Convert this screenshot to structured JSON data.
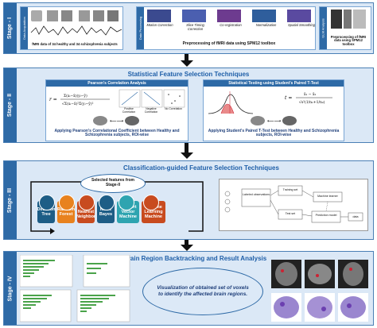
{
  "stage1": {
    "tab": "Stage - I",
    "acq_label": "Data Acquisition",
    "acq_caption": "fMRI data of 34 healthy and 34 schizophrenia subjects",
    "prep_label": "Data Processing",
    "steps": [
      "Motion Correction",
      "Slice Timing Correction",
      "Co-registration",
      "Normalization",
      "Spatial Smoothing"
    ],
    "prep_caption": "Preprocessing of fMRI data using SPM12 toolbox",
    "glm_label": "GLM Analysis",
    "glm_caption": "Preprocessing of fMRI data using SPM12 toolbox"
  },
  "stage2": {
    "tab": "Stage - II",
    "title": "Statistical Feature Selection Techniques",
    "left_title": "Pearson's Correlation Analysis",
    "left_caption": "Applying Pearson's Correlational Coefficient between Healthy and Schizophrenia subjects, ROI-wise",
    "right_title": "Statistical Testing using Student's Paired T-Test",
    "right_caption": "Applying Student's Paired T-Test between Healthy and Schizophrenia subjects, ROI-wise",
    "corr_labels": [
      "Positive Correlation",
      "Negative Correlation",
      "No Correlation"
    ]
  },
  "stage3": {
    "tab": "Stage - III",
    "title": "Classification-guided Feature Selection Techniques",
    "selected_label": "Selected features from Stage-II",
    "classifiers": [
      {
        "label": "Decision Tree",
        "color": "#1d5d86"
      },
      {
        "label": "Random Forest",
        "color": "#e8821e"
      },
      {
        "label": "K-Nearest Neighbor",
        "color": "#c84b1f"
      },
      {
        "label": "Naive Bayes",
        "color": "#1d5d86"
      },
      {
        "label": "Support Vector Machine",
        "color": "#2ea4b0"
      },
      {
        "label": "Extreme Learning Machine",
        "color": "#c84b1f"
      }
    ],
    "ml_labels": [
      "Labeled observations",
      "Training set",
      "Machine learner",
      "Test set",
      "Prediction model",
      "data"
    ]
  },
  "stage4": {
    "tab": "Stage - IV",
    "title": "Brain Region Backtracking and Result Analysis",
    "ellipse_text": "Visualization of obtained set of voxels to identify the affected brain regions."
  }
}
